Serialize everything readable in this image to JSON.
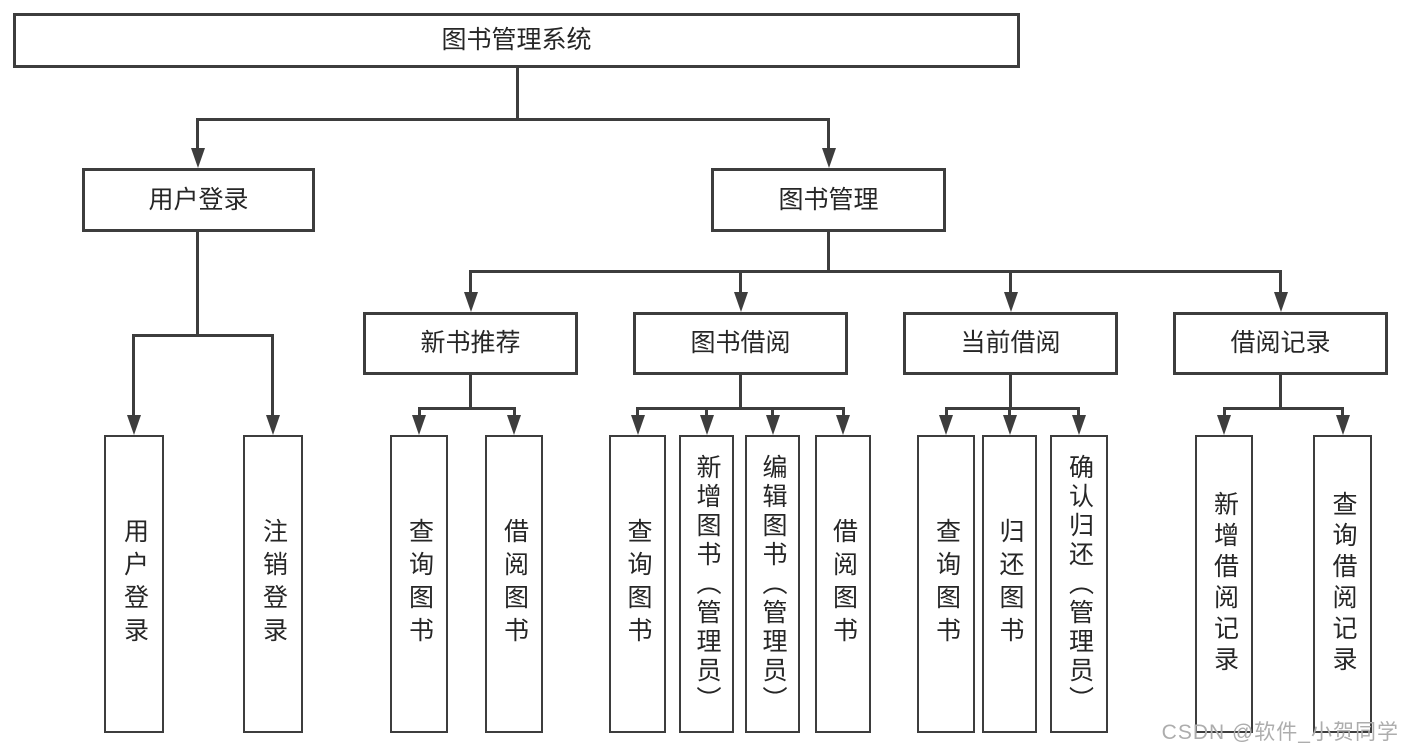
{
  "nodes": {
    "root": {
      "label": "图书管理系统"
    },
    "level2": [
      {
        "label": "用户登录"
      },
      {
        "label": "图书管理"
      }
    ],
    "level3": [
      {
        "label": "新书推荐"
      },
      {
        "label": "图书借阅"
      },
      {
        "label": "当前借阅"
      },
      {
        "label": "借阅记录"
      }
    ],
    "leaves_user_login": [
      {
        "label": "用户登录"
      },
      {
        "label": "注销登录"
      }
    ],
    "leaves_new_book": [
      {
        "label": "查询图书"
      },
      {
        "label": "借阅图书"
      }
    ],
    "leaves_book_borrow": [
      {
        "label": "查询图书"
      },
      {
        "label": "新增图书（管理员）"
      },
      {
        "label": "编辑图书（管理员）"
      },
      {
        "label": "借阅图书"
      }
    ],
    "leaves_current_borrow": [
      {
        "label": "查询图书"
      },
      {
        "label": "归还图书"
      },
      {
        "label": "确认归还（管理员）"
      }
    ],
    "leaves_borrow_record": [
      {
        "label": "新增借阅记录"
      },
      {
        "label": "查询借阅记录"
      }
    ]
  },
  "watermark": {
    "text": "CSDN @软件_小贺同学"
  },
  "colors": {
    "line": "#3d3d3d",
    "text": "#262626",
    "watermark": "#adadad",
    "background": "#ffffff"
  }
}
